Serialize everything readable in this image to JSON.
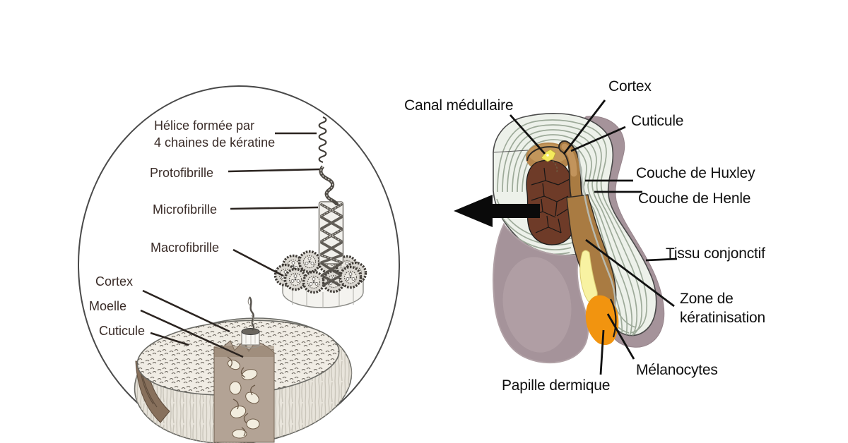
{
  "figure": {
    "title_semantic": "hair structure diagram (French)",
    "background": "#ffffff"
  },
  "left_diagram": {
    "text_color": "#3a2c28",
    "labels": {
      "helix_line1": "Hélice formée par",
      "helix_line2": "4 chaines de kératine",
      "protofibrille": "Protofibrille",
      "microfibrille": "Microfibrille",
      "macrofibrille": "Macrofibrille",
      "cortex": "Cortex",
      "moelle": "Moelle",
      "cuticule": "Cuticule"
    }
  },
  "right_diagram": {
    "text_color": "#101010",
    "labels": {
      "canal_medullaire": "Canal médullaire",
      "cortex": "Cortex",
      "cuticule": "Cuticule",
      "couche_huxley": "Couche de Huxley",
      "couche_henle": "Couche de Henle",
      "tissu_conjonctif": "Tissu conjonctif",
      "zone_keratinisation_line1": "Zone de",
      "zone_keratinisation_line2": "kératinisation",
      "melanocytes": "Mélanocytes",
      "papille_dermique": "Papille dermique"
    },
    "colors": {
      "sheath": "#edf1ea",
      "striation": "#99a695",
      "mauve": "#a5939a",
      "mauve_light": "#b5a4a9",
      "medulla_brown": "#6e3b28",
      "cortex_tan": "#a97b42",
      "cortex_tan_light": "#c2945c",
      "canal_yellow": "#f4ea5c",
      "keratin_yellow": "#f8f2a2",
      "papilla_orange": "#f2940f",
      "arrow_black": "#0a0a0a"
    }
  }
}
